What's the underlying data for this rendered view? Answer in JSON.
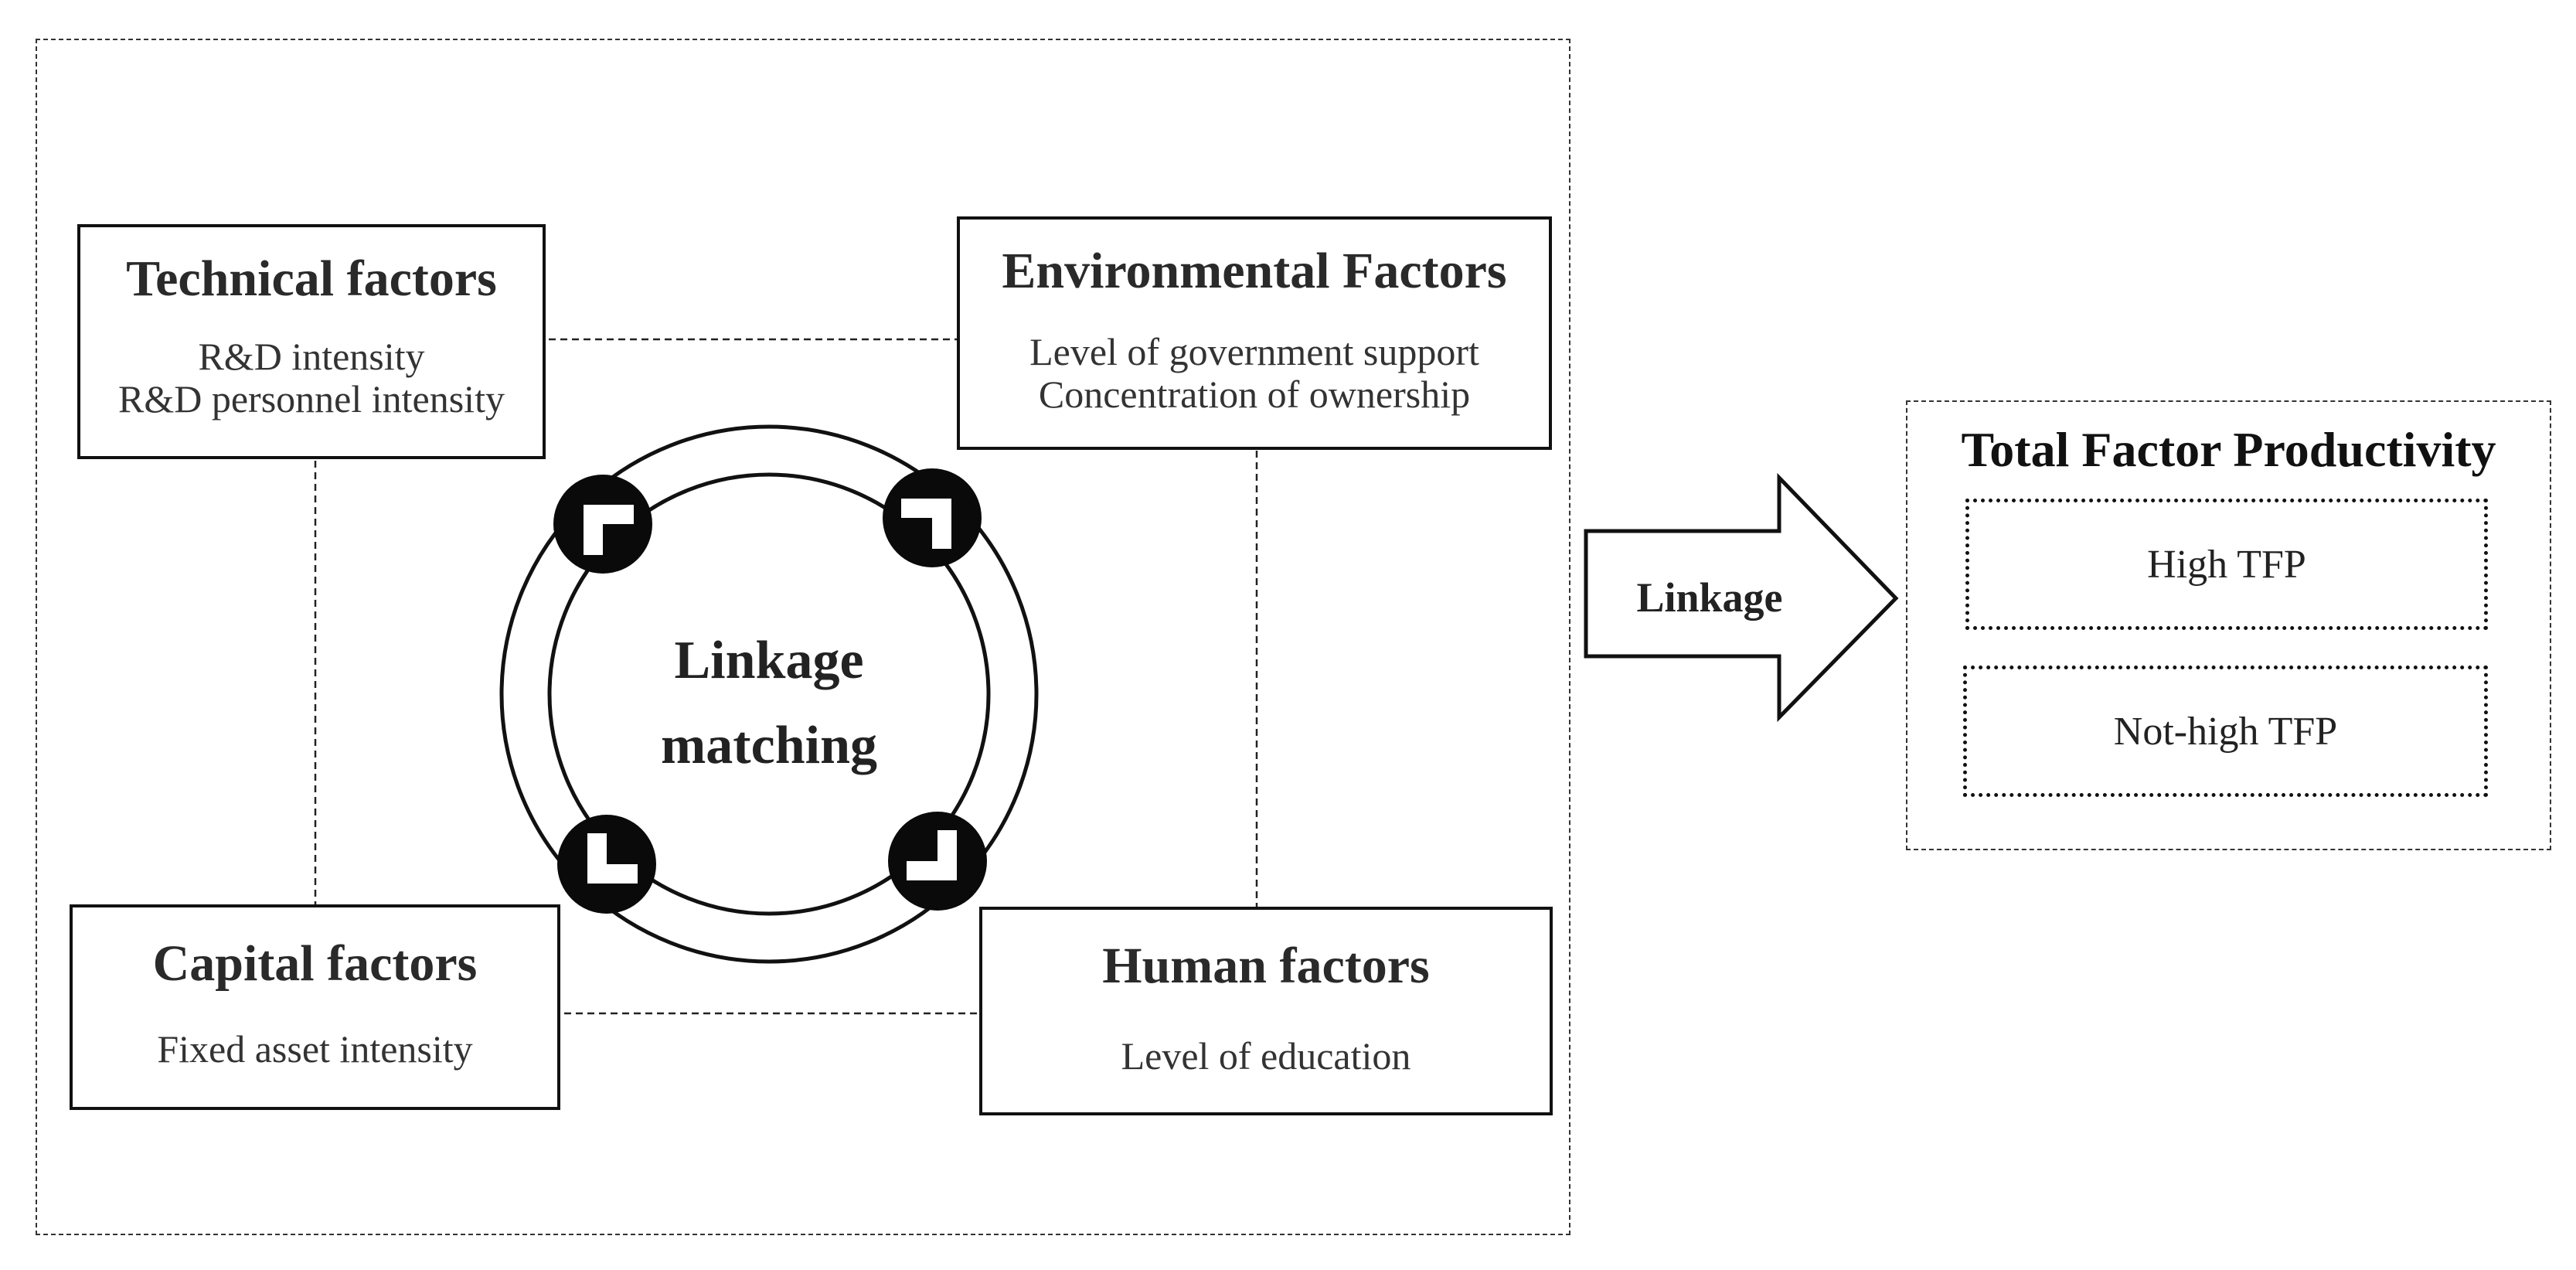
{
  "factors": {
    "technical": {
      "title": "Technical factors",
      "lines": [
        "R&D intensity",
        "R&D personnel intensity"
      ]
    },
    "environmental": {
      "title": "Environmental Factors",
      "lines": [
        "Level of government support",
        "Concentration of ownership"
      ]
    },
    "capital": {
      "title": "Capital factors",
      "lines": [
        "Fixed asset intensity"
      ]
    },
    "human": {
      "title": "Human factors",
      "lines": [
        "Level of education"
      ]
    }
  },
  "center": {
    "line1": "Linkage",
    "line2": "matching"
  },
  "arrow": {
    "label": "Linkage"
  },
  "tfp": {
    "title": "Total Factor Productivity",
    "high": "High TFP",
    "not_high": "Not-high TFP"
  }
}
